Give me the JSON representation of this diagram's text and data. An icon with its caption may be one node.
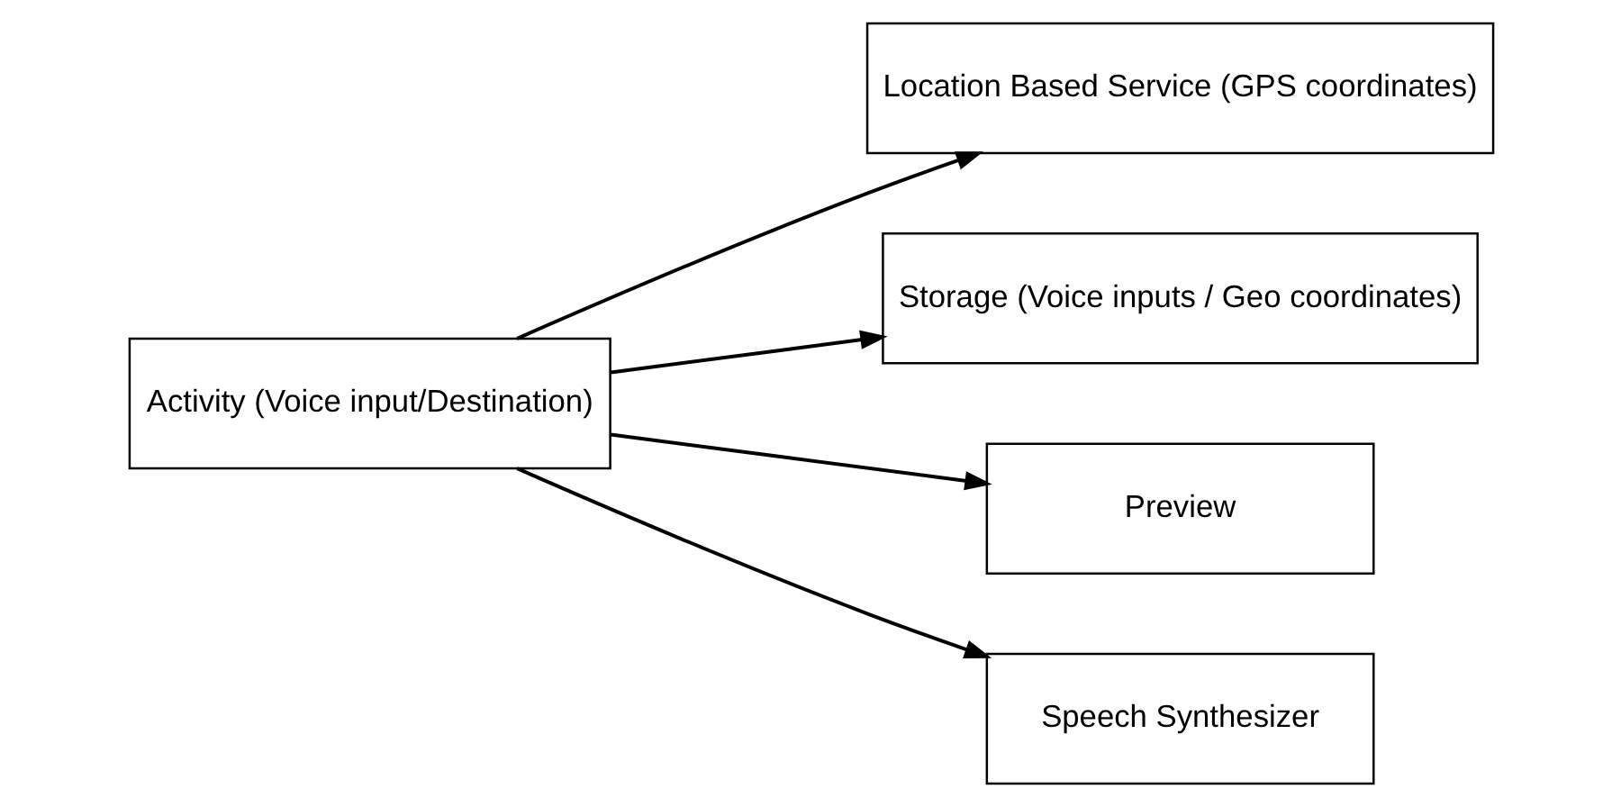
{
  "diagram": {
    "nodes": [
      {
        "text": [
          "Activity (Voice input/Destination)"
        ]
      },
      {
        "text": [
          "Location Based Service (GPS coordinates)"
        ]
      },
      {
        "text": [
          "Storage (Voice inputs / Geo coordinates)"
        ]
      },
      {
        "text": [
          "Preview"
        ]
      },
      {
        "text": [
          "Speech Synthesizer"
        ]
      }
    ],
    "edges": [
      {
        "from": 0,
        "to": 1,
        "arrow": "to"
      },
      {
        "from": 0,
        "to": 2,
        "arrow": "to"
      },
      {
        "from": 0,
        "to": 3,
        "arrow": "to"
      },
      {
        "from": 0,
        "to": 4,
        "arrow": "to"
      }
    ]
  }
}
